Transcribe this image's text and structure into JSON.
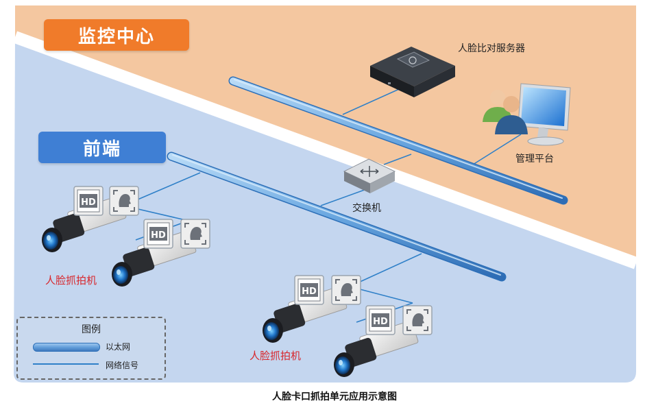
{
  "zones": {
    "center_title": "监控中心",
    "front_title": "前端"
  },
  "devices": {
    "face_server_label": "人脸比对服务器",
    "mgmt_platform_label": "管理平台",
    "switch_label": "交换机",
    "camera_group_label_left": "人脸抓拍机",
    "camera_group_label_right": "人脸抓拍机",
    "hd_badge": "HD"
  },
  "legend": {
    "title": "图例",
    "ethernet": "以太网",
    "signal": "网络信号"
  },
  "caption": "人脸卡口抓拍单元应用示意图",
  "colors": {
    "center_bg": "#f4c7a0",
    "front_bg": "#c4d6ef",
    "center_badge": "#f07b2a",
    "front_badge": "#3f7fd4",
    "pipe": "#5f9bd8",
    "signal_line": "#2f80c8",
    "camera_label": "#d8262b"
  }
}
